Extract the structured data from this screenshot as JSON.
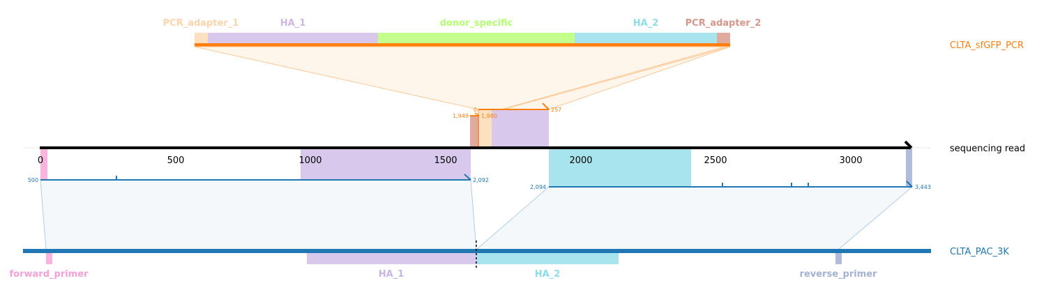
{
  "tracks": {
    "pcr": {
      "name": "CLTA_sfGFP_PCR",
      "color": "#ff7f0e"
    },
    "read": {
      "name": "sequencing read",
      "color": "#000000"
    },
    "ref": {
      "name": "CLTA_PAC_3K",
      "color": "#1f77b4"
    }
  },
  "pcr_features": [
    {
      "name": "PCR_adapter_1",
      "color": "#fdd9b5"
    },
    {
      "name": "HA_1",
      "color": "#d8c8ec"
    },
    {
      "name": "donor_specific",
      "color": "#c2ff8a"
    },
    {
      "name": "HA_2",
      "color": "#a8e4ee"
    },
    {
      "name": "PCR_adapter_2",
      "color": "#e0a898"
    }
  ],
  "read_axis": {
    "ticks": [
      "0",
      "500",
      "1000",
      "1500",
      "2000",
      "2500",
      "3000"
    ]
  },
  "pcr_alignment": {
    "small_labels": [
      "0",
      "257",
      "1,949",
      "1,980"
    ]
  },
  "ref_alignments": {
    "left": {
      "start_label": "500",
      "end_label": "2,092"
    },
    "right": {
      "start_label": "2,094",
      "end_label": "3,443"
    }
  },
  "ref_features": [
    {
      "name": "forward_primer",
      "color": "#f7a8d8"
    },
    {
      "name": "HA_1",
      "color": "#c8b4e4"
    },
    {
      "name": "HA_2",
      "color": "#8ad8e8"
    },
    {
      "name": "reverse_primer",
      "color": "#a8b4d8"
    }
  ]
}
